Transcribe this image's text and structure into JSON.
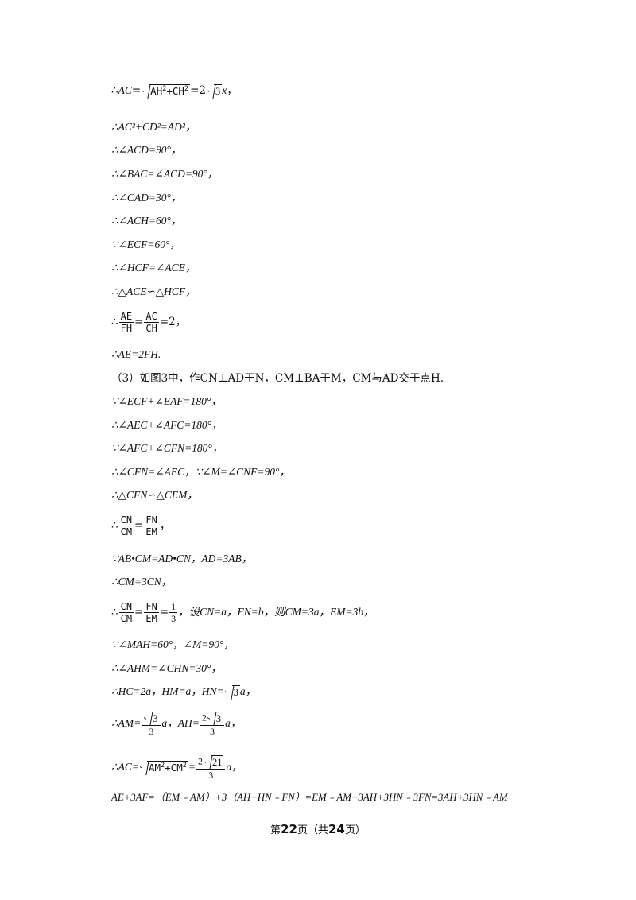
{
  "lines": {
    "l1": {
      "pre": "∴",
      "a": "AC",
      "eq": "=",
      "rad1": "AH",
      "sup1": "2",
      "plus": "+",
      "rad2": "CH",
      "sup2": "2",
      "eq2": "=2",
      "r3": "3",
      "x": "x",
      "end": "，"
    },
    "l2": {
      "text": "∴AC²+CD²=AD²，"
    },
    "l3": {
      "text": "∴∠ACD=90°，"
    },
    "l4": {
      "text": "∴∠BAC=∠ACD=90°，"
    },
    "l5": {
      "text": "∴∠CAD=30°，"
    },
    "l6": {
      "text": "∴∠ACH=60°，"
    },
    "l7": {
      "text": "∵∠ECF=60°，"
    },
    "l8": {
      "text": "∴∠HCF=∠ACE，"
    },
    "l9": {
      "text": "∴△ACE∽△HCF，"
    },
    "l10": {
      "pre": "∴",
      "n1": "AE",
      "d1": "FH",
      "eq": "=",
      "n2": "AC",
      "d2": "CH",
      "post": "=2，"
    },
    "l11": {
      "text": "∴AE=2FH."
    },
    "l12": {
      "text": "（3）如图3中，作CN⊥AD于N，CM⊥BA于M，CM与AD交于点H."
    },
    "l13": {
      "text": "∵∠ECF+∠EAF=180°，"
    },
    "l14": {
      "text": "∴∠AEC+∠AFC=180°，"
    },
    "l15": {
      "text": "∵∠AFC+∠CFN=180°，"
    },
    "l16": {
      "text": "∴∠CFN=∠AEC，∵∠M=∠CNF=90°，"
    },
    "l17": {
      "text": "∴△CFN∽△CEM，"
    },
    "l18": {
      "pre": "∴",
      "n1": "CN",
      "d1": "CM",
      "eq": "=",
      "n2": "FN",
      "d2": "EM",
      "post": "，"
    },
    "l19": {
      "text": "∵AB•CM=AD•CN，AD=3AB，"
    },
    "l20": {
      "text": "∴CM=3CN，"
    },
    "l21": {
      "pre": "∴",
      "n1": "CN",
      "d1": "CM",
      "eq": "=",
      "n2": "FN",
      "d2": "EM",
      "eq2": "=",
      "n3": "1",
      "d3": "3",
      "post": "，设CN=a，FN=b，则CM=3a，EM=3b，"
    },
    "l22": {
      "text": "∵∠MAH=60°，∠M=90°，"
    },
    "l23": {
      "text": "∴∠AHM=∠CHN=30°，"
    },
    "l24": {
      "pre": "∴HC=2a，HM=a，HN=",
      "r": "3",
      "post": "a，"
    },
    "l25": {
      "pre": "∴AM=",
      "n1": "3",
      "d1": "3",
      "mid": "a，AH=",
      "c2": "2",
      "n2": "3",
      "d2": "3",
      "post": "a，"
    },
    "l26": {
      "pre": "∴AC=",
      "rad1": "AM",
      "sup1": "2",
      "plus": "+",
      "rad2": "CM",
      "sup2": "2",
      "eq": "=",
      "c": "2",
      "n": "21",
      "d": "3",
      "post": "a，"
    },
    "l27": {
      "text": "AE+3AF=（EM﹣AM）+3（AH+HN﹣FN）=EM﹣AM+3AH+3HN﹣3FN=3AH+3HN﹣AM"
    }
  },
  "footer": {
    "pre": "第",
    "page": "22",
    "mid": "页（共",
    "total": "24",
    "post": "页）"
  }
}
